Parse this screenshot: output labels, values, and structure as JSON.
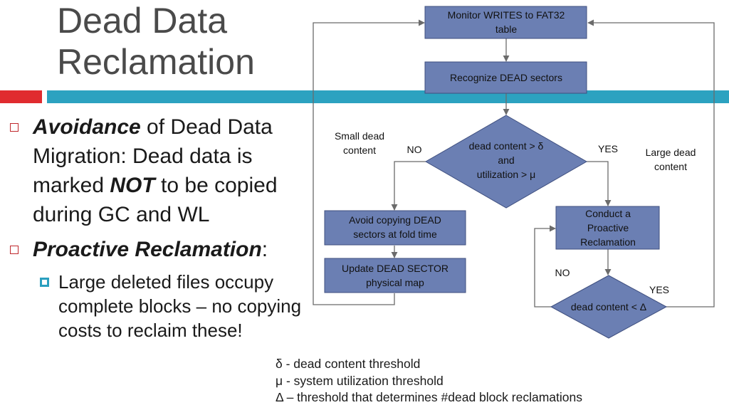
{
  "title": {
    "line1": "Dead Data",
    "line2": "Reclamation"
  },
  "colors": {
    "accent_red": "#e02b2f",
    "accent_teal": "#2ca2c0",
    "box_fill": "#6b7fb3"
  },
  "bullets": {
    "item1": {
      "emph": "Avoidance",
      "t1": " of Dead Data Migration: Dead data is marked ",
      "emph2": "NOT",
      "t2": " to be copied during GC and WL"
    },
    "item2": {
      "emph": "Proactive Reclamation",
      "t1": ":"
    },
    "sub1": "Large deleted files occupy complete blocks – no copying costs to reclaim these!"
  },
  "flow": {
    "monitor": [
      "Monitor WRITES to FAT32",
      "table"
    ],
    "recognize": "Recognize DEAD sectors",
    "decision1": [
      "dead content > δ",
      "and",
      "utilization > μ"
    ],
    "small_label": [
      "Small dead",
      "content"
    ],
    "large_label": [
      "Large dead",
      "content"
    ],
    "no1": "NO",
    "yes1": "YES",
    "avoid": [
      "Avoid copying  DEAD",
      "sectors at fold time"
    ],
    "update": [
      "Update DEAD SECTOR",
      "physical map"
    ],
    "conduct": [
      "Conduct a",
      "Proactive",
      "Reclamation"
    ],
    "decision2": "dead content < Δ",
    "no2": "NO",
    "yes2": "YES"
  },
  "legend": [
    "δ  - dead content threshold",
    "μ  - system utilization threshold",
    "Δ – threshold that determines #dead block reclamations"
  ]
}
